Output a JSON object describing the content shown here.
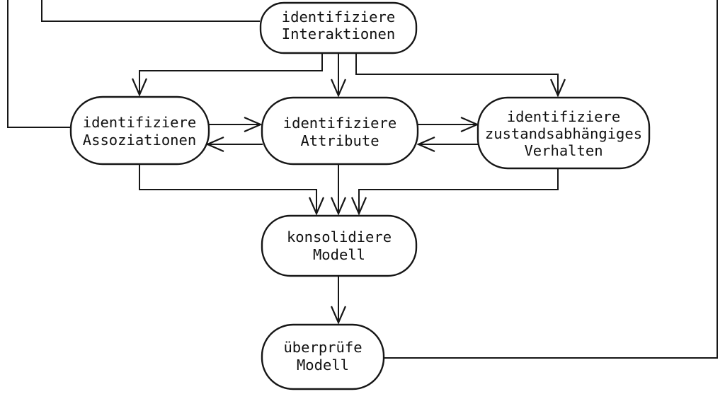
{
  "diagram": {
    "title": "OOA process flow (German)",
    "background_color": "#ffffff",
    "line_color": "#161616",
    "text_color": "#111111",
    "nodes": [
      {
        "id": "identifiziere-interaktionen",
        "lines": [
          "identifiziere",
          "Interaktionen"
        ]
      },
      {
        "id": "identifiziere-assoziationen",
        "lines": [
          "identifiziere",
          "Assoziationen"
        ]
      },
      {
        "id": "identifiziere-attribute",
        "lines": [
          "identifiziere",
          "Attribute"
        ]
      },
      {
        "id": "identifiziere-zustandsabhaengiges-verhalten",
        "lines": [
          "identifiziere",
          "zustandsabhängiges",
          "Verhalten"
        ]
      },
      {
        "id": "konsolidiere-modell",
        "lines": [
          "konsolidiere",
          "Modell"
        ]
      },
      {
        "id": "ueberpruefe-modell",
        "lines": [
          "überprüfe",
          "Modell"
        ]
      }
    ],
    "edges": [
      {
        "from": "offscreen-top",
        "to": "identifiziere-interaktionen",
        "arrowhead": false,
        "note": "feedback line entering left side, cut at top of image"
      },
      {
        "from": "offscreen-top",
        "to": "identifiziere-assoziationen",
        "arrowhead": false,
        "note": "feedback line entering left side, cut at top of image"
      },
      {
        "from": "identifiziere-interaktionen",
        "to": "identifiziere-assoziationen",
        "arrowhead": true
      },
      {
        "from": "identifiziere-interaktionen",
        "to": "identifiziere-attribute",
        "arrowhead": true
      },
      {
        "from": "identifiziere-interaktionen",
        "to": "identifiziere-zustandsabhaengiges-verhalten",
        "arrowhead": true
      },
      {
        "from": "identifiziere-assoziationen",
        "to": "identifiziere-attribute",
        "arrowhead": true
      },
      {
        "from": "identifiziere-attribute",
        "to": "identifiziere-assoziationen",
        "arrowhead": true
      },
      {
        "from": "identifiziere-attribute",
        "to": "identifiziere-zustandsabhaengiges-verhalten",
        "arrowhead": true
      },
      {
        "from": "identifiziere-zustandsabhaengiges-verhalten",
        "to": "identifiziere-attribute",
        "arrowhead": true
      },
      {
        "from": "identifiziere-assoziationen",
        "to": "konsolidiere-modell",
        "arrowhead": true
      },
      {
        "from": "identifiziere-attribute",
        "to": "konsolidiere-modell",
        "arrowhead": true
      },
      {
        "from": "identifiziere-zustandsabhaengiges-verhalten",
        "to": "konsolidiere-modell",
        "arrowhead": true
      },
      {
        "from": "konsolidiere-modell",
        "to": "ueberpruefe-modell",
        "arrowhead": true
      },
      {
        "from": "ueberpruefe-modell",
        "to": "offscreen-top",
        "arrowhead": false,
        "note": "feedback line exiting right side, cut at top of image"
      }
    ]
  }
}
